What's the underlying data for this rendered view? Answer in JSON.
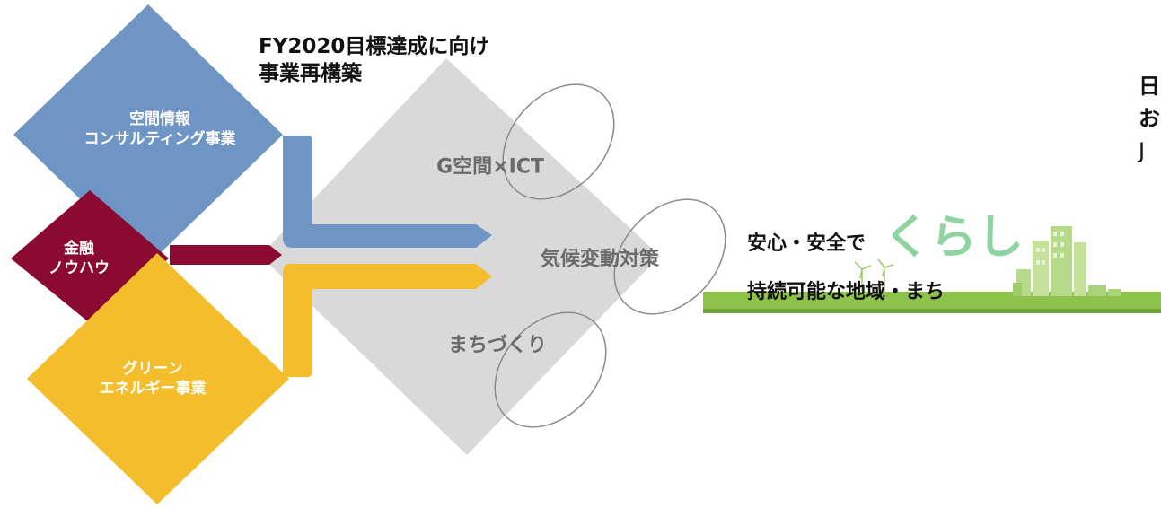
{
  "heading": {
    "line1": "FY2020目標達成に向け",
    "line2": "事業再構築"
  },
  "segments": {
    "spatial": {
      "line1": "空間情報",
      "line2": "コンサルティング事業"
    },
    "finance": {
      "line1": "金融",
      "line2": "ノウハウ"
    },
    "green": {
      "line1": "グリーン",
      "line2": "エネルギー事業"
    }
  },
  "fields": {
    "gict": "G空間×ICT",
    "climate": "気候変動対策",
    "town": "まちづくり"
  },
  "vision": {
    "line1": "安心・安全で",
    "kurashi": "くらし",
    "line2": "持続可能な地域・まち"
  },
  "right_text": {
    "l1": "日",
    "l2": "お",
    "l3": "J"
  },
  "colors": {
    "spatial": "#6f95c4",
    "finance": "#8a0a32",
    "green": "#f3bd2c",
    "field_diamond": "#d9d9d9",
    "field_text": "#6a6a6a",
    "kurashi": "#8fd3a0",
    "ground": "#8fc14d"
  }
}
